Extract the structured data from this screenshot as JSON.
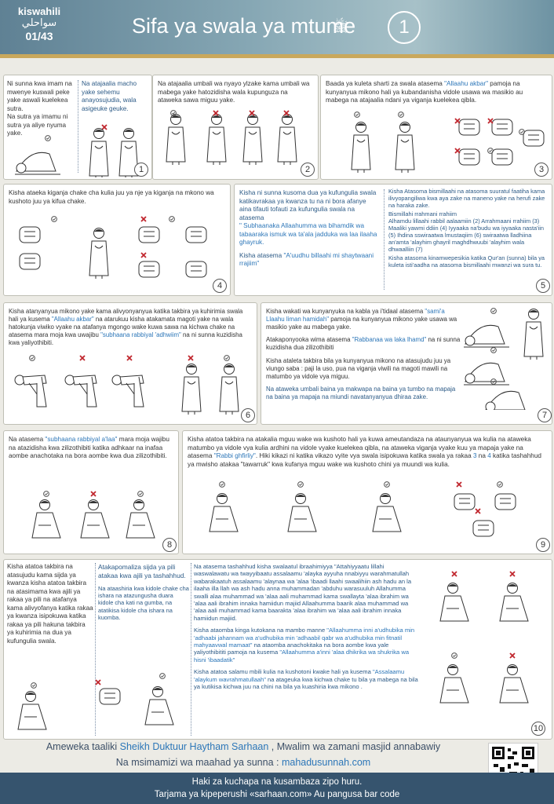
{
  "header": {
    "badge_line1": "kiswahili",
    "badge_line2": "سواحلي",
    "badge_line3": "01/43",
    "title": "Sifa ya swala ya mtume",
    "salutation_glyph": "ﷺ",
    "page_number": "1"
  },
  "panels": {
    "p1": {
      "number": "1",
      "text_left": "Ni sunna kwa imam na mwenye kuswali peke yake aswali kuelekea sutra.\nNa sutra ya imamu ni sutra ya aliye nyuma yake.",
      "text_right": "Na atajaalia macho yake sehemu anayosujudia, wala asigeuke geuke."
    },
    "p2": {
      "number": "2",
      "text": "Na atajaalia umbali wa nyayo ylzake kama umbali wa mabega yake hatozidisha wala kupunguza na ataweka sawa miguu yake."
    },
    "p3": {
      "number": "3",
      "text_a": "Baada ya kuleta sharti za swala atasema ",
      "text_hl": "\"Allaahu akbar\"",
      "text_b": " pamoja na kunyanyua mikono hali ya kubandanisha vidole usawa wa masikio au mabega na atajaalia ndani ya viganja kuelekea qibla."
    },
    "p4": {
      "number": "4",
      "text": "Kisha ataeka kiganja chake cha kulia juu ya nje ya kiganja na mkono wa kushoto juu ya kifua chake."
    },
    "p5": {
      "number": "5",
      "left_text": "Kisha ni sunna kusoma dua ya kufungulia swala katikavrakaa ya kwanza tu na ni bora afanye aina tifauti tofauti za kufungulia swala  na atasema",
      "left_hl": "\" Subhaanaka Allaahumma wa bihamdik wa tabaaraka ismuk wa ta'ala jadduka wa laa ilaaha ghayruk.",
      "left_text2": "Kisha atasema ",
      "left_hl2": "\"A'uudhu billaahi mi shaytwaani rrajiim\"",
      "right_p1": "Kisha Atasoma bismillaahi na atasoma suuratul faatiha kama ilivyopangiliwa kwa aya zake na maneno yake na herufi zake na haraka zake.",
      "right_p2": "Bismillahi rrahmani rrahiim\nAlhamdu lillaahi rabbil aalaamiin (2) Arrahmaani rrahiim (3) Maaliki yawmi ddiin (4) Iyyaaka na'budu wa iyyaaka nasta'iin (5) Ihdina sswiraatwa lmustaqiim (6) swiraatwa lladhiina an'amta 'alayhim ghayril maghdhwuubi 'alayhim wala dhwaalliin (7)",
      "right_p3": "Kisha atasoma kinamwepesikia katika Qur'an  (sunna) bila ya kuleta isti'aadha na atasoma bismillaahi mwanzi wa sura tu."
    },
    "p6": {
      "number": "6",
      "text_a": "Kisha atanyanyua mikono yake kama alivyonyanyua katika takbira ya kuhirimia swala hali ya kusema ",
      "text_hl": "\"Allaahu akbar\"",
      "text_b": " na atarukuu kisha atakamata magoti yake na wala hatokunja viwiko vyake na atafanya mgongo wake kuwa sawa na kichwa chake na atasema mara moja kwa uwajibu ",
      "text_hl2": "\"subhaana rabbiyal 'adhwiim\"",
      "text_c": " na ni sunna kuzidisha kwa yaliyothibiti."
    },
    "p7": {
      "number": "7",
      "t1a": "Kisha wakati wa kunyanyuka na kabla ya i'tidaal atasema ",
      "t1hl": "\"sami'a Llaahu liman hamidah\"",
      "t1b": " pamoja na kunyanyua mikono yake usawa wa masikio yake au mabega yake.",
      "t2a": "Atakaponyooka wima atasema ",
      "t2hl": "\"Rabbanaa wa laka lhamd\"",
      "t2b": " na ni sunna kuzidisha dua zilizothibiti",
      "t3": "Kisha ataleta takbira bila ya kunyanyua mikono na atasujudu juu ya viungo saba : paji la uso, pua na viganja viwili na magoti mawili na matumbo ya vidole vya miguu.",
      "t4": "Na ataweka umbali baina ya makwapa na baina ya tumbo na mapaja na baina ya mapaja na miundi navatanyanyua dhiraa zake."
    },
    "p8": {
      "number": "8",
      "text_a": "Na atasema ",
      "text_hl": "\"subhaana rabbiyal a'laa\"",
      "text_b": " mara moja wajibu na atazidisha kwa zilizothibiti katika adhkaar na inafaa aombe anachotaka na bora aombe kwa dua zilizothibiti."
    },
    "p9": {
      "number": "9",
      "text_a": "Kisha atatoa takbira na atakalia mguu wake wa kushoto hali ya kuwa ameutandaza na atаunyanyua wa kulia na ataweka matumbo ya vidole vya kulia ardhini na vidole vyake kuelekea qibla, na ataweka viganja vyake kuu ya mapaja yake na atasema ",
      "text_hl": "\"Rabbi ghfirliy\"",
      "text_b": ". Hiki kikazi ni katika vikazo vyite vya swala isipokuwa katika swala ya rakaa ",
      "text_n1": "3",
      "text_c": " na ",
      "text_n2": "4",
      "text_d": " katika tashahhud ya  mwisho atakaa \"tawarruk\" kwa kufanya mguu wake wa kushoto  chini ya muundi wa kulia."
    },
    "p10": {
      "number": "10",
      "col1": "Kisha atatoa takbira na atasujudu kama sijda ya kwanza kisha atatoa takbira na atasimama kwa ajili ya rakaa ya pili na atafanya kama alivyofanya katika rakaa ya kwanza isipokuwa katika rakaa ya pili hakuna takbira ya kuhirimia na dua ya kufungulia swala.",
      "col2_p1": "Atakapomaliza sijda ya pili atakaa kwa ajili ya tashahhud.",
      "col2_p2": "Na ataashiria kwa kidole chake cha ishara na atazungusha duara kidole cha kati na gumba, na atatikisa kidole cha ishara na kuomba.",
      "col3_p1a": "Na atasema tashahhud kisha swalaatul ibraahimiyya ",
      "col3_p1hl": "\"Attahiyyaatu lillahi waswalawatu wa twayyibaatu assalaamu 'alayka ayyuha nnabiyyu warahmatullah wabarakaatuh assalaamu 'alaynaa wa 'alaa 'ibaadi llaahi swaalihiin ash hadu an la ilaaha illa llah wa ash hadu anna muhammadan 'abduhu warasuuluh Allahumma swalli alaa muhammad wa 'alaa aali muhammad kama swallayta 'alaa ibrahim wa 'alaa aali ibrahim innaka hamiidun majiid Allaahumma baarik alaa muhammad wa 'alaa aali muhammad kama baarakta 'alaa ibrahim wa 'alaa aali ibrahim innaka hamiidun majiid.",
      "col3_p2a": "Kisha ataomba kinga kutokana na mambo manne ",
      "col3_p2hl": "\"Allaahumma inni a'udhubika min 'adhaabi jahannam wa a'udhubika min 'adhaabil qabr wa a'udhubika min fitnatil mahyaavwal mamaat\"",
      "col3_p2b": " na ataomba anachokitaka na bora aombe kwa yale yaliyothibititi pamoja na kusema ",
      "col3_p2hl2": "\"Allaahumma a'inni 'alaa dhikrika wa shukrika wa hisni 'ibaadatik\"",
      "col3_p3a": "Kisha atatoa salamu mbili kulia na kushotoni kwake hali ya kusema ",
      "col3_p3hl": "\"Assalaamu 'alaykum wavrahmatullaah\"",
      "col3_p3b": " na atageuka kwa kichwa chake tu bila ya mabega na bila ya kutikisa kichwa juu na chini na bila ya kuashiria kwa mikono ."
    }
  },
  "footer": {
    "line1_a": "Ameweka taaliki ",
    "line1_hl": "Sheikh Duktuur Haytham Sarhaan",
    "line1_b": " , Mwalim wa zamani masjid annabawiy",
    "line2_a": "Na msimamizi wa maahad ya sunna : ",
    "line2_hl": "mahadusunnah.com",
    "bottom1": "Haki za kuchapa na kusambaza zipo huru.",
    "bottom2": "Tarjama ya kipeperushi «sarhaan.com» Au pangusa bar code"
  },
  "colors": {
    "header": "#6e93a3",
    "accent": "#2c76b8",
    "bottom_bar": "#36546e",
    "gold": "#c9a85c"
  }
}
